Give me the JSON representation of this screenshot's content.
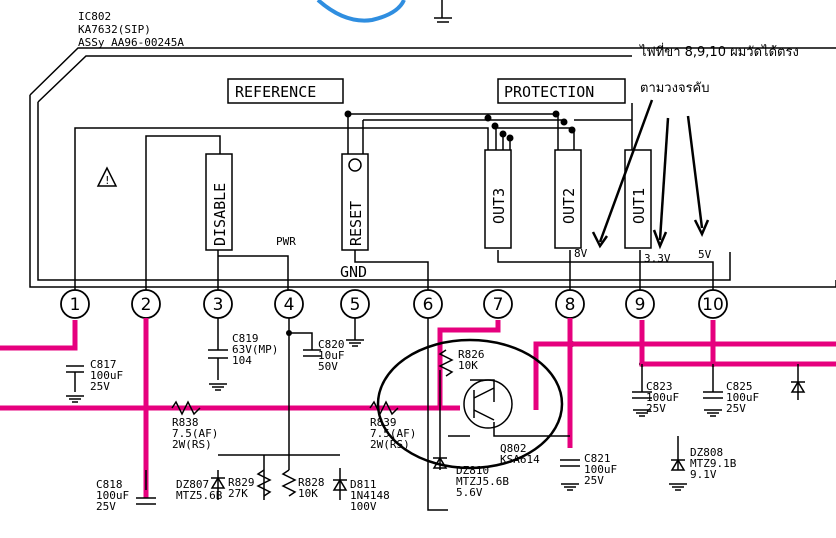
{
  "ic": {
    "ref": "IC802",
    "part": "KA7632(SIP)",
    "assy": "ASSy AA96-00245A"
  },
  "blocks": {
    "reference": "REFERENCE",
    "protection": "PROTECTION",
    "disable": "DISABLE",
    "reset": "RESET",
    "out3": "OUT3",
    "out2": "OUT2",
    "out1": "OUT1",
    "gnd": "GND",
    "pwr": "PWR"
  },
  "note": {
    "line1": "ไฟที่ขา 8,9,10 ผมวัดได้ตรง",
    "line2": "ตามวงจรคับ"
  },
  "voltages": {
    "pin8": "8V",
    "pin9": "3.3V",
    "pin10": "5V"
  },
  "pins": [
    "1",
    "2",
    "3",
    "4",
    "5",
    "6",
    "7",
    "8",
    "9",
    "10"
  ],
  "warning_symbol": "!",
  "components": {
    "c817": [
      "C817",
      "100uF",
      "25V"
    ],
    "c819": [
      "C819",
      "63V(MP)",
      "104"
    ],
    "c820": [
      "C820",
      "10uF",
      "50V"
    ],
    "r826": [
      "R826",
      "10K"
    ],
    "c823": [
      "C823",
      "100uF",
      "25V"
    ],
    "c825": [
      "C825",
      "100uF",
      "25V"
    ],
    "r838": [
      "R838",
      "7.5(AF)",
      "2W(RS)"
    ],
    "r839": [
      "R839",
      "7.5(AF)",
      "2W(RS)"
    ],
    "q802": [
      "Q802",
      "KSA614"
    ],
    "dz810": [
      "DZ810",
      "MTZJ5.6B",
      "5.6V"
    ],
    "c821": [
      "C821",
      "100uF",
      "25V"
    ],
    "dz808": [
      "DZ808",
      "MTZ9.1B",
      "9.1V"
    ],
    "c818": [
      "C818",
      "100uF",
      "25V"
    ],
    "dz807": [
      "DZ807",
      "MTZ5.6B"
    ],
    "r829": [
      "R829",
      "27K"
    ],
    "r828": [
      "R828",
      "10K"
    ],
    "d811": [
      "D811",
      "1N4148",
      "100V"
    ]
  }
}
